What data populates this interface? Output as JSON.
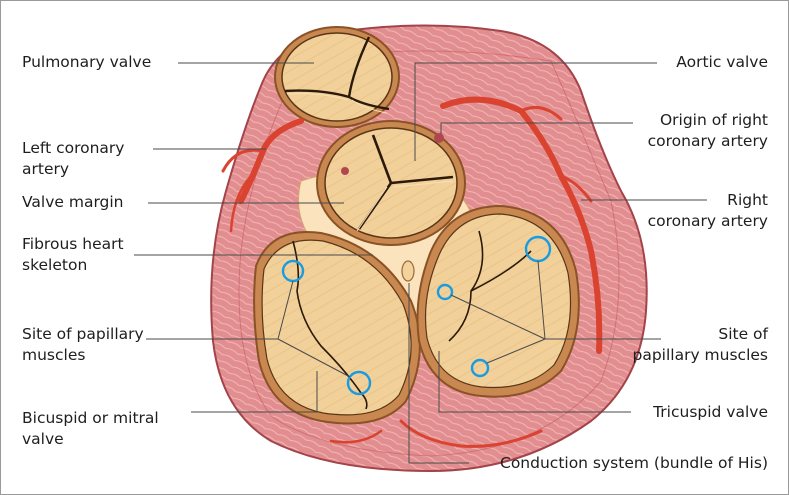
{
  "labels": {
    "pulmonary_valve": "Pulmonary valve",
    "left_coronary_artery_1": "Left coronary",
    "left_coronary_artery_2": "artery",
    "valve_margin": "Valve margin",
    "fibrous_skeleton_1": "Fibrous heart",
    "fibrous_skeleton_2": "skeleton",
    "papillary_left_1": "Site of papillary",
    "papillary_left_2": "muscles",
    "mitral_valve_1": "Bicuspid or mitral",
    "mitral_valve_2": "valve",
    "aortic_valve": "Aortic valve",
    "origin_rca_1": "Origin of right",
    "origin_rca_2": "coronary artery",
    "right_coronary_artery_1": "Right",
    "right_coronary_artery_2": "coronary artery",
    "papillary_right_1": "Site of",
    "papillary_right_2": "papillary muscles",
    "tricuspid_valve": "Tricuspid valve",
    "conduction_system": "Conduction system (bundle of His)"
  },
  "colors": {
    "myocardium": "#d97a7e",
    "myocardium_light": "#efb6b3",
    "valve_ring": "#f3d29b",
    "valve_leaflet": "#f6dcab",
    "skeleton": "#f9e2bb",
    "artery": "#d9432f",
    "marker": "#1a9be0"
  }
}
